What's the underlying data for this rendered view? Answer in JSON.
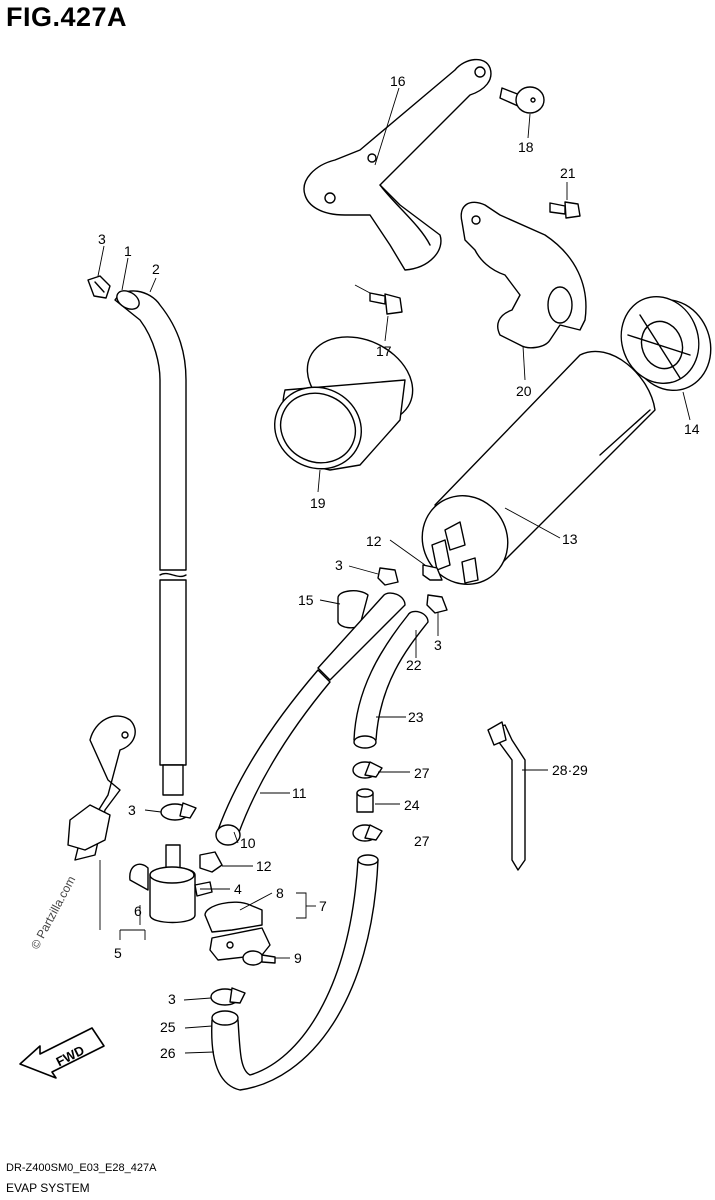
{
  "figure": {
    "title": "FIG.427A"
  },
  "footer": {
    "code": "DR-Z400SM0_E03_E28_427A",
    "system": "EVAP SYSTEM"
  },
  "watermark": "© Partzilla.com",
  "fwd_label": "FWD",
  "callouts": {
    "c1": "1",
    "c2": "2",
    "c3a": "3",
    "c3b": "3",
    "c3c": "3",
    "c3d": "3",
    "c3e": "3",
    "c4": "4",
    "c5": "5",
    "c6": "6",
    "c7": "7",
    "c8": "8",
    "c9": "9",
    "c10": "10",
    "c11": "11",
    "c12a": "12",
    "c12b": "12",
    "c13": "13",
    "c14": "14",
    "c15": "15",
    "c16": "16",
    "c17": "17",
    "c18": "18",
    "c19": "19",
    "c20": "20",
    "c21": "21",
    "c22": "22",
    "c23": "23",
    "c24": "24",
    "c25": "25",
    "c26": "26",
    "c27a": "27",
    "c27b": "27",
    "c2829": "28·29"
  }
}
